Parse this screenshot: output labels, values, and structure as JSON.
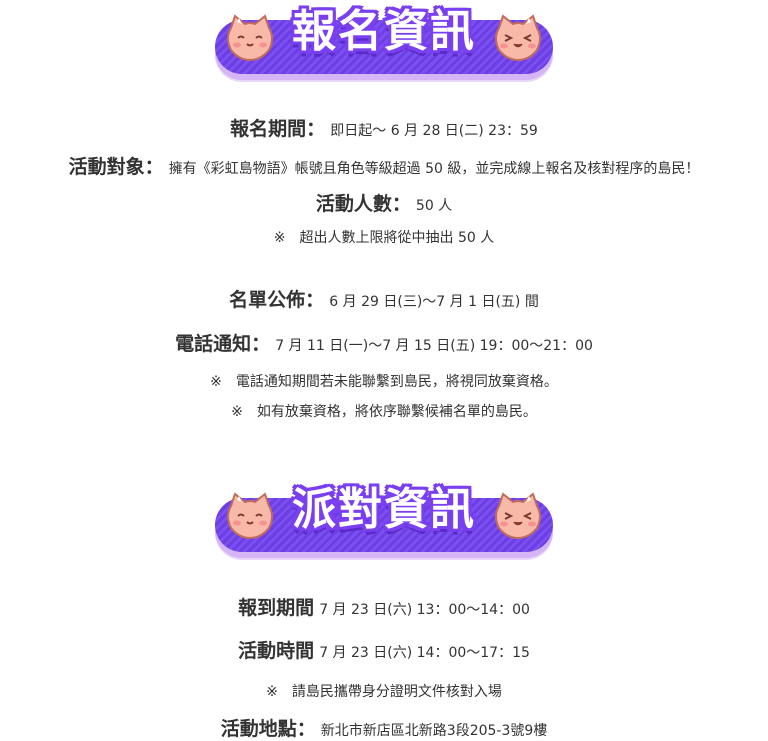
{
  "registration": {
    "banner_title": "報名資訊",
    "period_label": "報名期間：",
    "period_value": "即日起～ 6 月 28 日(二) 23：59",
    "target_label": "活動對象：",
    "target_value": "擁有《彩虹島物語》帳號且角色等級超過 50 級，並完成線上報名及核對程序的島民！",
    "count_label": "活動人數：",
    "count_value": "50 人",
    "count_note": "※　超出人數上限將從中抽出 50 人",
    "announce_label": "名單公佈：",
    "announce_value": "6 月 29 日(三)～7 月 1 日(五) 間",
    "notify_label": "電話通知：",
    "notify_value": "7 月 11 日(一)～7 月 15 日(五) 19：00～21：00",
    "notify_note_1": "※　電話通知期間若未能聯繫到島民，將視同放棄資格。",
    "notify_note_2": "※　如有放棄資格，將依序聯繫候補名單的島民。"
  },
  "party": {
    "banner_title": "派對資訊",
    "checkin_label": "報到期間",
    "checkin_value": "7 月 23 日(六) 13：00～14：00",
    "time_label": "活動時間",
    "time_value": "7 月 23 日(六) 14：00～17：15",
    "id_note": "※　請島民攜帶身分證明文件核對入場",
    "venue_label": "活動地點：",
    "venue_value": "新北市新店區北新路3段205-3號9樓"
  },
  "colors": {
    "banner_purple": "#6c3fe4",
    "banner_outline": "#7a3ff0",
    "banner_shadow": "#d6b5f7",
    "cat_pink": "#f8b9a8"
  },
  "icons": {
    "banner_left": "cat-mascot-icon",
    "banner_right": "cat-mascot-icon"
  }
}
